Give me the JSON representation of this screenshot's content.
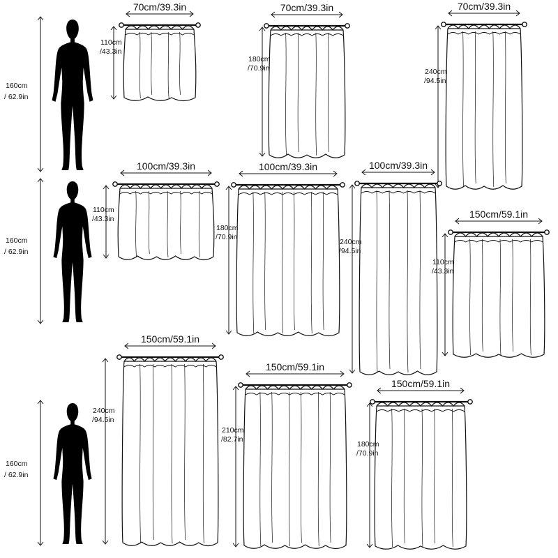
{
  "figures": [
    {
      "height_label": [
        "160cm",
        "/ 62.9in"
      ]
    },
    {
      "height_label": [
        "160cm",
        "/ 62.9in"
      ]
    },
    {
      "height_label": [
        "160cm",
        "/ 62.9in"
      ]
    }
  ],
  "curtains": [
    {
      "width_label": "70cm/39.3in",
      "length_label": [
        "110cm",
        "/43.3in"
      ]
    },
    {
      "width_label": "70cm/39.3in",
      "length_label": [
        "180cm",
        "/70.9in"
      ]
    },
    {
      "width_label": "70cm/39.3in",
      "length_label": [
        "240cm",
        "/94.5in"
      ]
    },
    {
      "width_label": "100cm/39.3in",
      "length_label": [
        "110cm",
        "/43.3in"
      ]
    },
    {
      "width_label": "100cm/39.3in",
      "length_label": [
        "180cm",
        "/70.9in"
      ]
    },
    {
      "width_label": "100cm/39.3in",
      "length_label": [
        "240cm",
        "/94.5in"
      ]
    },
    {
      "width_label": "150cm/59.1in",
      "length_label": [
        "110cm",
        "/43.3in"
      ]
    },
    {
      "width_label": "150cm/59.1in",
      "length_label": [
        "240cm",
        "/94.5in"
      ]
    },
    {
      "width_label": "150cm/59.1in",
      "length_label": [
        "210cm",
        "/82.7in"
      ]
    },
    {
      "width_label": "150cm/59.1in",
      "length_label": [
        "180cm",
        "/70.9in"
      ]
    }
  ],
  "colors": {
    "ink": "#111111",
    "fabric": "#ffffff",
    "silhouette": "#000000"
  }
}
